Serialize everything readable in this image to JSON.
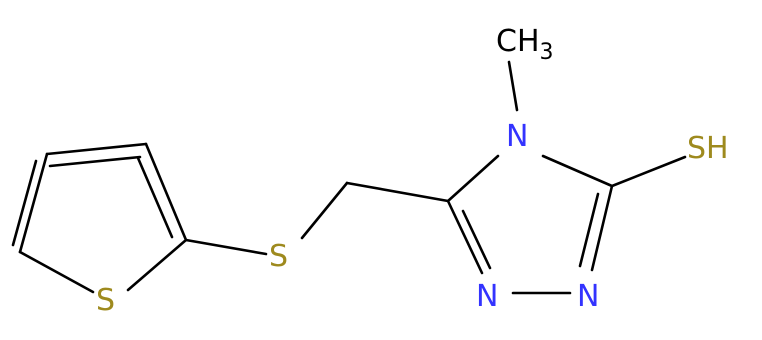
{
  "molecule": {
    "atoms": {
      "methyl": {
        "main": "CH",
        "sub": "3"
      },
      "n4": "N",
      "sh": "SH",
      "n1": "N",
      "n2": "N",
      "s_linker": "S",
      "s_ring": "S"
    },
    "colors": {
      "bond": "#000000",
      "nitrogen": "#3333ff",
      "sulfur": "#9e8a1e",
      "carbon": "#000000"
    }
  }
}
